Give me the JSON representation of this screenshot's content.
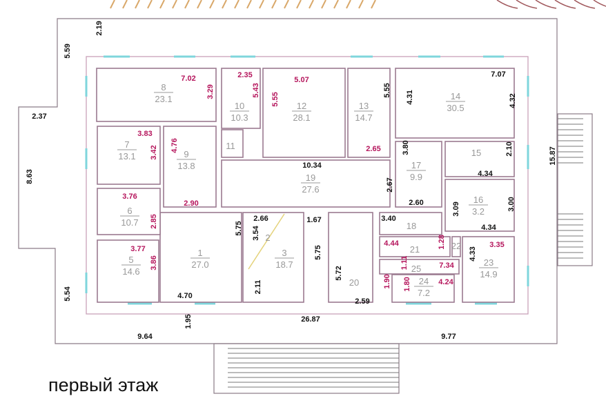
{
  "caption": "первый этаж",
  "colors": {
    "red_dim": "#b5155c",
    "black_dim": "#111111",
    "wall": "#9b7a90",
    "window": "#7fd6dc"
  },
  "rooms": [
    {
      "num": "1",
      "area": "27.0"
    },
    {
      "num": "2",
      "area": ""
    },
    {
      "num": "3",
      "area": "18.7"
    },
    {
      "num": "5",
      "area": "14.6"
    },
    {
      "num": "6",
      "area": "10.7"
    },
    {
      "num": "7",
      "area": "13.1"
    },
    {
      "num": "8",
      "area": "23.1"
    },
    {
      "num": "9",
      "area": "13.8"
    },
    {
      "num": "10",
      "area": "10.3"
    },
    {
      "num": "11",
      "area": ""
    },
    {
      "num": "12",
      "area": "28.1"
    },
    {
      "num": "13",
      "area": "14.7"
    },
    {
      "num": "14",
      "area": "30.5"
    },
    {
      "num": "15",
      "area": ""
    },
    {
      "num": "16",
      "area": "3.2"
    },
    {
      "num": "17",
      "area": "9.9"
    },
    {
      "num": "18",
      "area": ""
    },
    {
      "num": "19",
      "area": "27.6"
    },
    {
      "num": "20",
      "area": ""
    },
    {
      "num": "21",
      "area": ""
    },
    {
      "num": "22",
      "area": ""
    },
    {
      "num": "23",
      "area": "14.9"
    },
    {
      "num": "24",
      "area": "7.2"
    },
    {
      "num": "25",
      "area": ""
    }
  ],
  "dims": [
    {
      "v": "2.19",
      "c": "black"
    },
    {
      "v": "5.59",
      "c": "black"
    },
    {
      "v": "2.37",
      "c": "black"
    },
    {
      "v": "8.63",
      "c": "black"
    },
    {
      "v": "5.54",
      "c": "black"
    },
    {
      "v": "1.95",
      "c": "black"
    },
    {
      "v": "9.64",
      "c": "black"
    },
    {
      "v": "26.87",
      "c": "black"
    },
    {
      "v": "9.77",
      "c": "black"
    },
    {
      "v": "15.87",
      "c": "black"
    },
    {
      "v": "7.02",
      "c": "red"
    },
    {
      "v": "3.29",
      "c": "red"
    },
    {
      "v": "2.35",
      "c": "red"
    },
    {
      "v": "5.43",
      "c": "red"
    },
    {
      "v": "5.55",
      "c": "red"
    },
    {
      "v": "5.07",
      "c": "red"
    },
    {
      "v": "5.55",
      "c": "black"
    },
    {
      "v": "2.65",
      "c": "red"
    },
    {
      "v": "4.31",
      "c": "black"
    },
    {
      "v": "7.07",
      "c": "black"
    },
    {
      "v": "4.32",
      "c": "black"
    },
    {
      "v": "3.83",
      "c": "red"
    },
    {
      "v": "3.42",
      "c": "red"
    },
    {
      "v": "4.76",
      "c": "red"
    },
    {
      "v": "2.90",
      "c": "red"
    },
    {
      "v": "10.34",
      "c": "black"
    },
    {
      "v": "2.67",
      "c": "black"
    },
    {
      "v": "3.80",
      "c": "black"
    },
    {
      "v": "2.60",
      "c": "black"
    },
    {
      "v": "2.10",
      "c": "black"
    },
    {
      "v": "4.34",
      "c": "black"
    },
    {
      "v": "3.76",
      "c": "red"
    },
    {
      "v": "2.85",
      "c": "red"
    },
    {
      "v": "3.09",
      "c": "black"
    },
    {
      "v": "3.00",
      "c": "black"
    },
    {
      "v": "4.34",
      "c": "black"
    },
    {
      "v": "2.66",
      "c": "black"
    },
    {
      "v": "3.54",
      "c": "black"
    },
    {
      "v": "5.75",
      "c": "black"
    },
    {
      "v": "1.67",
      "c": "black"
    },
    {
      "v": "3.40",
      "c": "black"
    },
    {
      "v": "3.77",
      "c": "red"
    },
    {
      "v": "3.86",
      "c": "red"
    },
    {
      "v": "4.70",
      "c": "black"
    },
    {
      "v": "2.11",
      "c": "black"
    },
    {
      "v": "5.75",
      "c": "black"
    },
    {
      "v": "5.72",
      "c": "black"
    },
    {
      "v": "2.59",
      "c": "black"
    },
    {
      "v": "4.44",
      "c": "red"
    },
    {
      "v": "1.28",
      "c": "red"
    },
    {
      "v": "3.35",
      "c": "red"
    },
    {
      "v": "4.33",
      "c": "black"
    },
    {
      "v": "1.11",
      "c": "red"
    },
    {
      "v": "7.34",
      "c": "red"
    },
    {
      "v": "1.90",
      "c": "red"
    },
    {
      "v": "1.80",
      "c": "red"
    },
    {
      "v": "4.24",
      "c": "red"
    }
  ]
}
